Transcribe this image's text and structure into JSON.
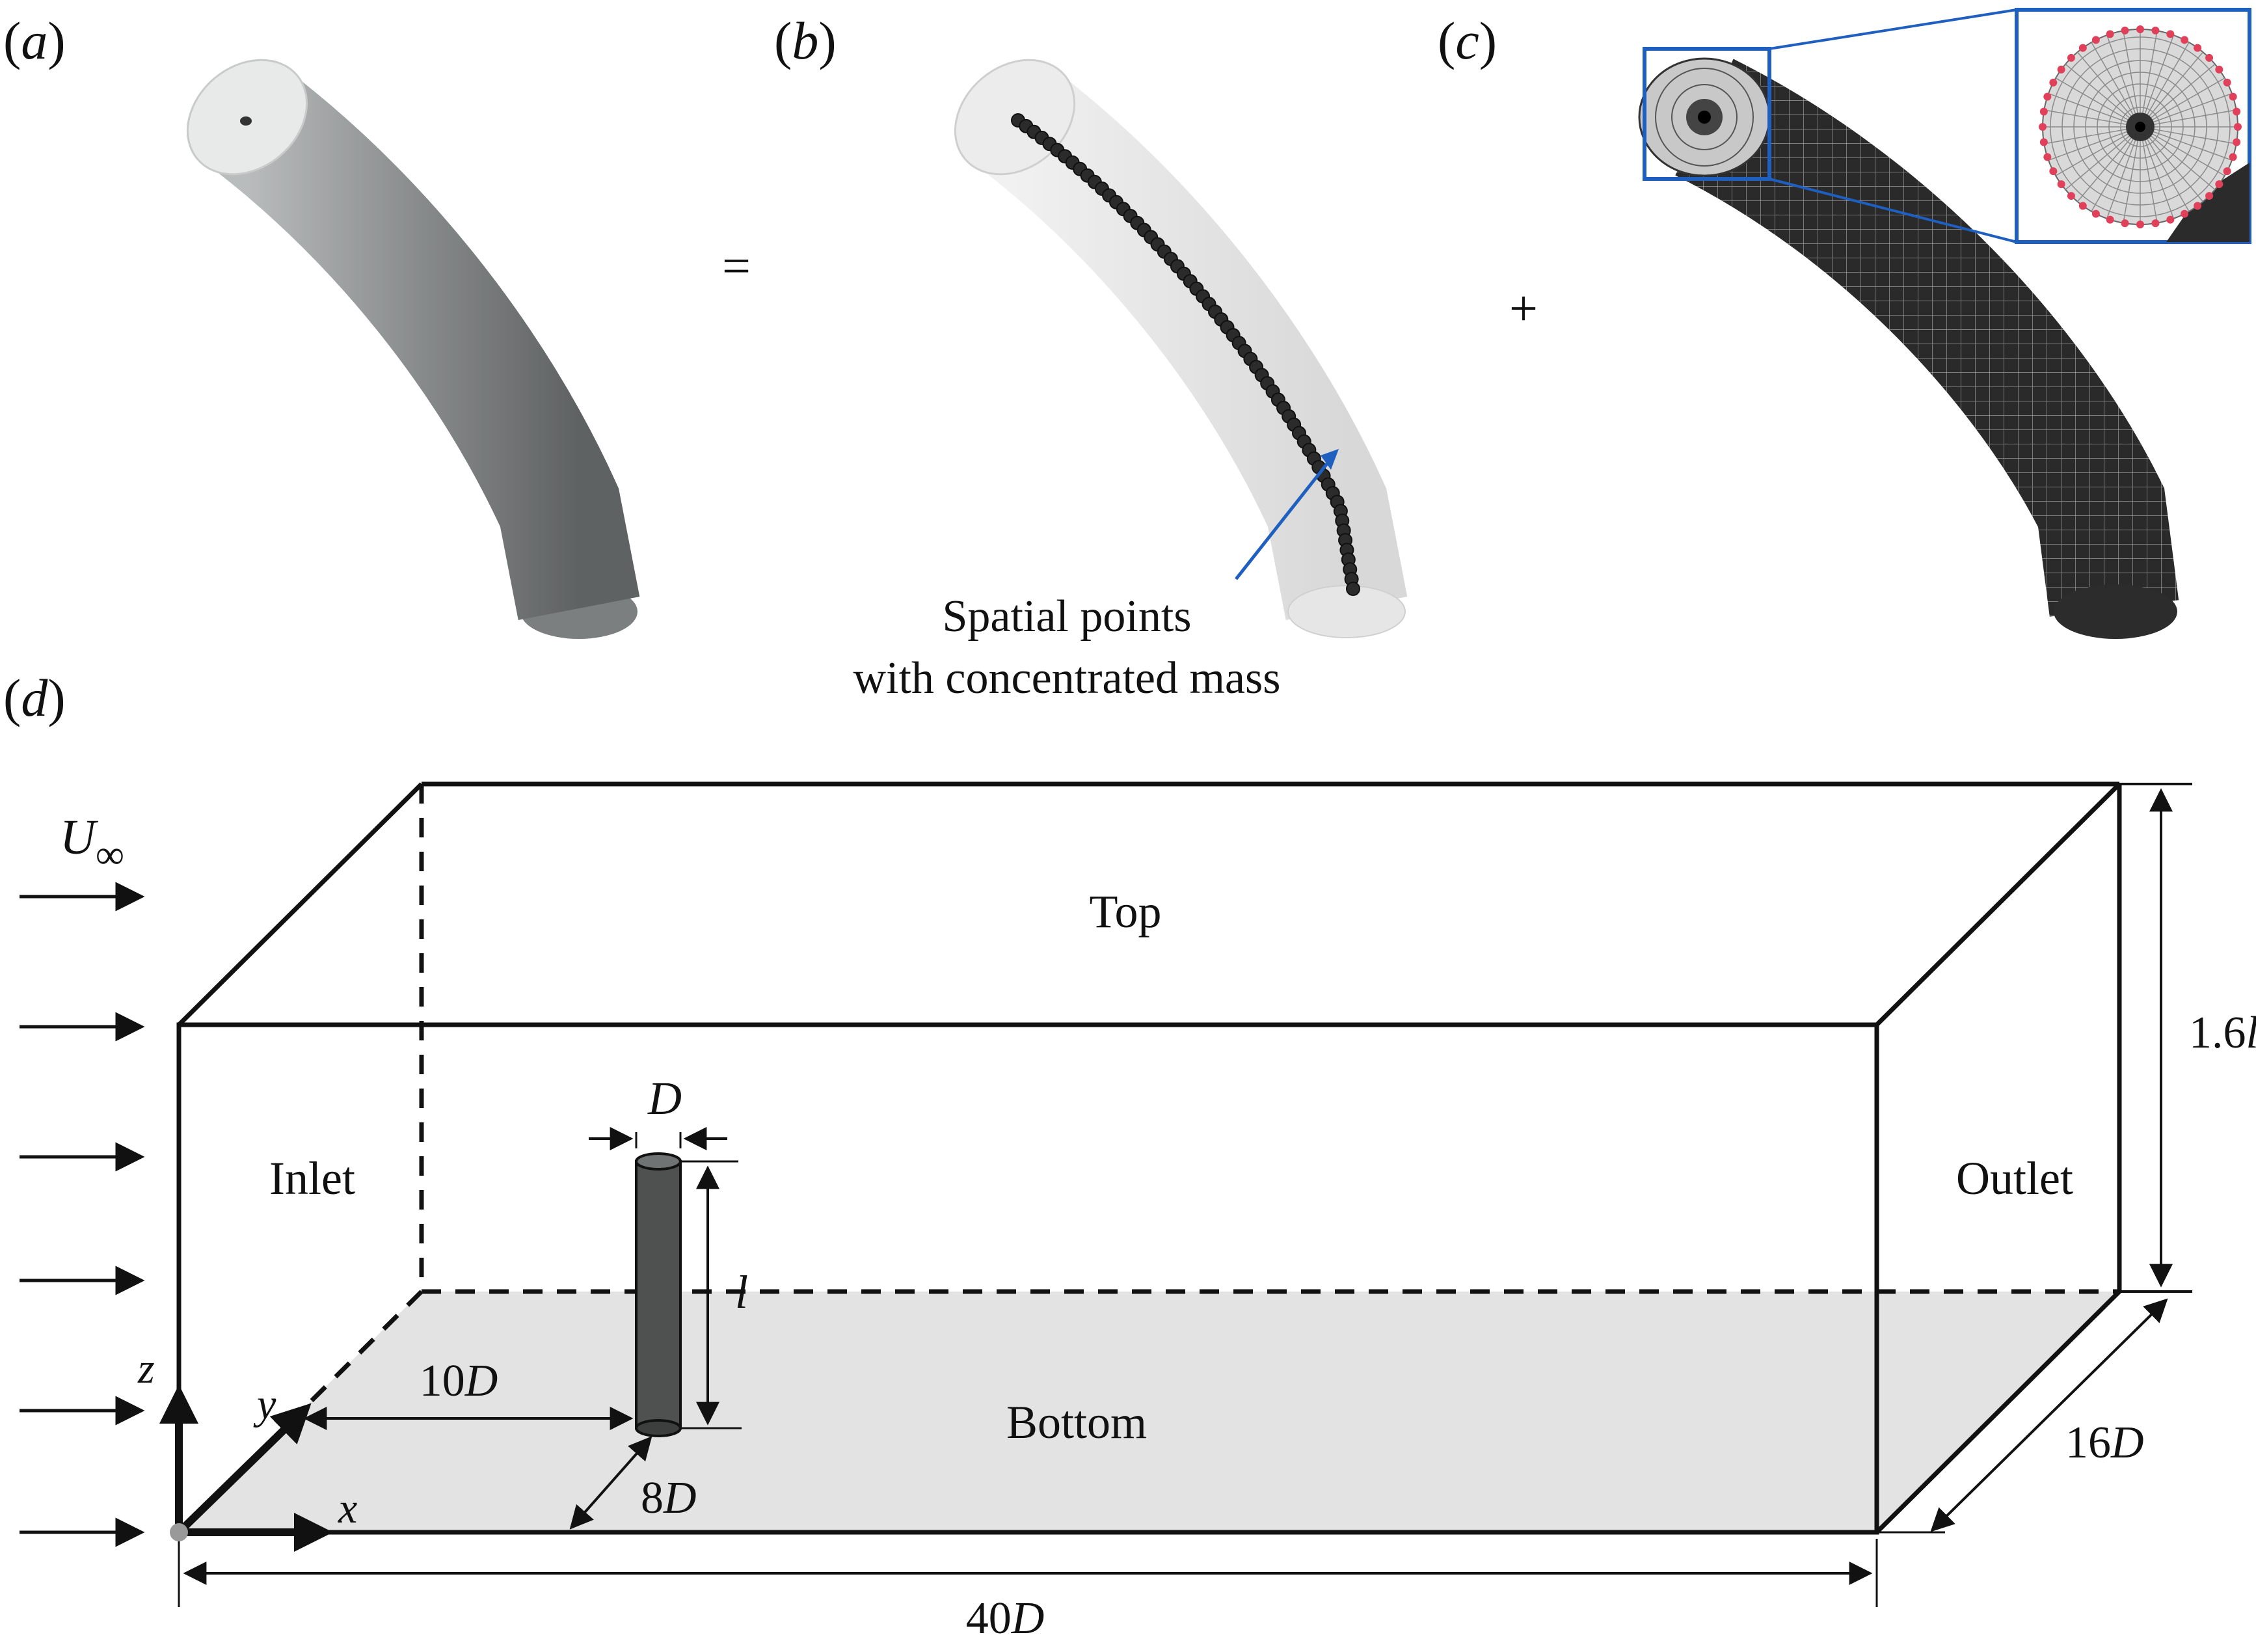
{
  "panels": {
    "a": {
      "open": "(",
      "letter": "a",
      "close": ")"
    },
    "b": {
      "open": "(",
      "letter": "b",
      "close": ")"
    },
    "c": {
      "open": "(",
      "letter": "c",
      "close": ")"
    },
    "d": {
      "open": "(",
      "letter": "d",
      "close": ")"
    }
  },
  "operators": {
    "equals": "=",
    "plus": "+"
  },
  "annotation": {
    "line1": "Spatial points",
    "line2": "with concentrated mass"
  },
  "domain": {
    "top": "Top",
    "bottom": "Bottom",
    "inlet": "Inlet",
    "outlet": "Outlet",
    "flow_symbol": "U",
    "flow_subscript": "∞"
  },
  "dims": {
    "diameter": "D",
    "length": "l",
    "upstream_num": "10",
    "upstream_unit": "D",
    "side_num": "8",
    "side_unit": "D",
    "width_num": "16",
    "width_unit": "D",
    "height_num": "1.6",
    "height_unit": "l",
    "streamwise_num": "40",
    "streamwise_unit": "D"
  },
  "axes": {
    "x": "x",
    "y": "y",
    "z": "z"
  },
  "colors": {
    "cylinder": "#8e9191",
    "mesh": "#2c2c2c",
    "highlight": "#1f5fbf",
    "boundary_dots": "#e0405a",
    "floor": "#e3e3e3"
  }
}
